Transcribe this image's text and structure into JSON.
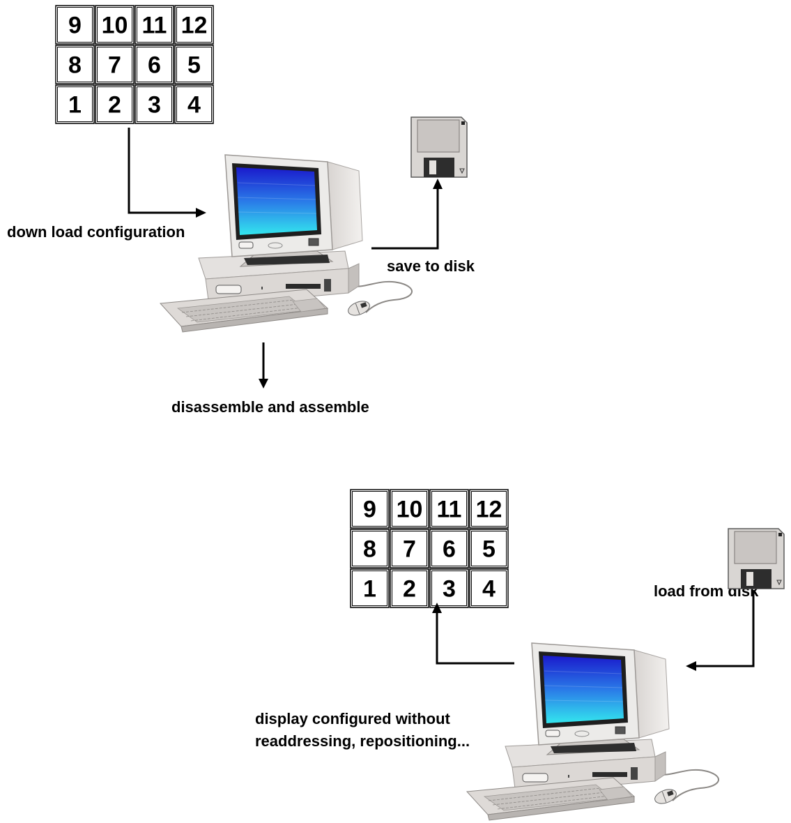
{
  "grid_top": {
    "rows": [
      [
        "9",
        "10",
        "11",
        "12"
      ],
      [
        "8",
        "7",
        "6",
        "5"
      ],
      [
        "1",
        "2",
        "3",
        "4"
      ]
    ]
  },
  "grid_bottom": {
    "rows": [
      [
        "9",
        "10",
        "11",
        "12"
      ],
      [
        "8",
        "7",
        "6",
        "5"
      ],
      [
        "1",
        "2",
        "3",
        "4"
      ]
    ]
  },
  "labels": {
    "download": "down load configuration",
    "save": "save to disk",
    "disassemble": "disassemble and assemble",
    "load": "load from disk",
    "display_line1": "display configured without",
    "display_line2": "readdressing, repositioning..."
  },
  "colors": {
    "screen_top": "#1a1acc",
    "screen_bottom": "#33e6ee",
    "computer_body": "#e8e5e3",
    "computer_shadow": "#b5b1ae",
    "dark": "#2a2a2a"
  },
  "icons": {
    "computer": "desktop-computer-icon",
    "floppy": "floppy-disk-icon",
    "mouse": "mouse-icon"
  }
}
